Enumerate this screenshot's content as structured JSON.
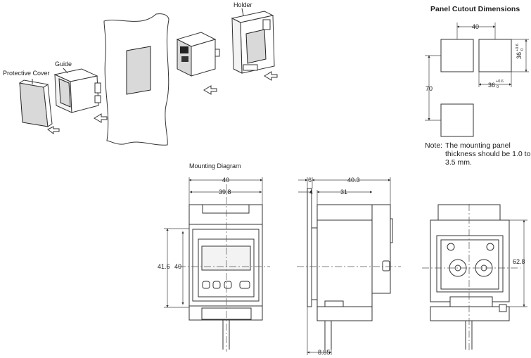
{
  "labels": {
    "protective_cover": "Protective Cover",
    "guide": "Guide",
    "holder": "Holder",
    "panel_cutout_title": "Panel Cutout Dimensions",
    "mounting_title": "Mounting Diagram",
    "note_label": "Note:",
    "note_text": "The mounting panel thickness should be 1.0 to 3.5 mm."
  },
  "cutout": {
    "pitch_h": "40",
    "pitch_v": "70",
    "size": "36",
    "tol_upper": "+0.6",
    "tol_lower": "0"
  },
  "front_view": {
    "width_outer": "40",
    "width_inner": "39.8",
    "height_outer": "41.6",
    "height_inner": "40"
  },
  "side_view": {
    "depth_total": "40.3",
    "front_thickness": "6",
    "bezel": "4",
    "body_depth": "31",
    "cable_offset": "8.85"
  },
  "rear_view": {
    "height": "62.8"
  }
}
